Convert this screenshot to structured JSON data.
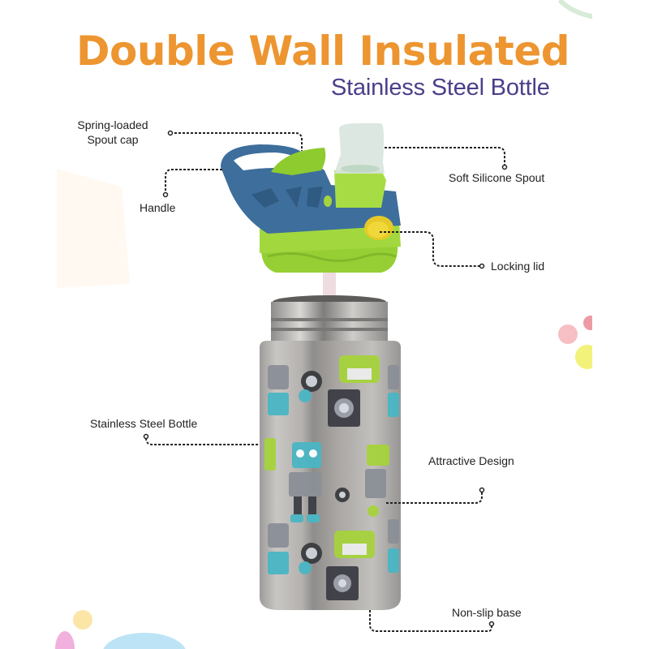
{
  "header": {
    "title": "Double Wall Insulated",
    "subtitle": "Stainless Steel Bottle"
  },
  "callouts": [
    {
      "id": "spout-cap",
      "label_line1": "Spring-loaded",
      "label_line2": "Spout cap"
    },
    {
      "id": "handle",
      "label": "Handle"
    },
    {
      "id": "silicone-spout",
      "label": "Soft Silicone Spout"
    },
    {
      "id": "locking-lid",
      "label": "Locking lid"
    },
    {
      "id": "steel-bottle",
      "label": "Stainless Steel Bottle"
    },
    {
      "id": "design",
      "label": "Attractive Design"
    },
    {
      "id": "base",
      "label": "Non-slip base"
    }
  ],
  "colors": {
    "title": "#ED9530",
    "subtitle": "#4B3F8A",
    "lid_blue": "#3E6E9C",
    "lid_green": "#9BD43A",
    "lock_button": "#E6C928",
    "steel": "#B9B6B2",
    "label_text": "#222222"
  },
  "product": {
    "name": "Double Wall Insulated Stainless Steel Bottle",
    "pattern": "robots"
  }
}
